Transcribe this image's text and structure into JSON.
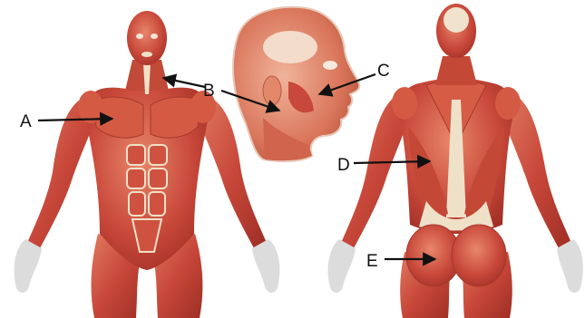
{
  "labels": {
    "a": "A",
    "b": "B",
    "c": "C",
    "d": "D",
    "e": "E"
  },
  "colors": {
    "muscle": "#c8483a",
    "muscle_dark": "#9e2e24",
    "muscle_light": "#e07a60",
    "tendon": "#efe0c8",
    "skin_hands": "#d9d9d9",
    "arrow": "#111111"
  }
}
